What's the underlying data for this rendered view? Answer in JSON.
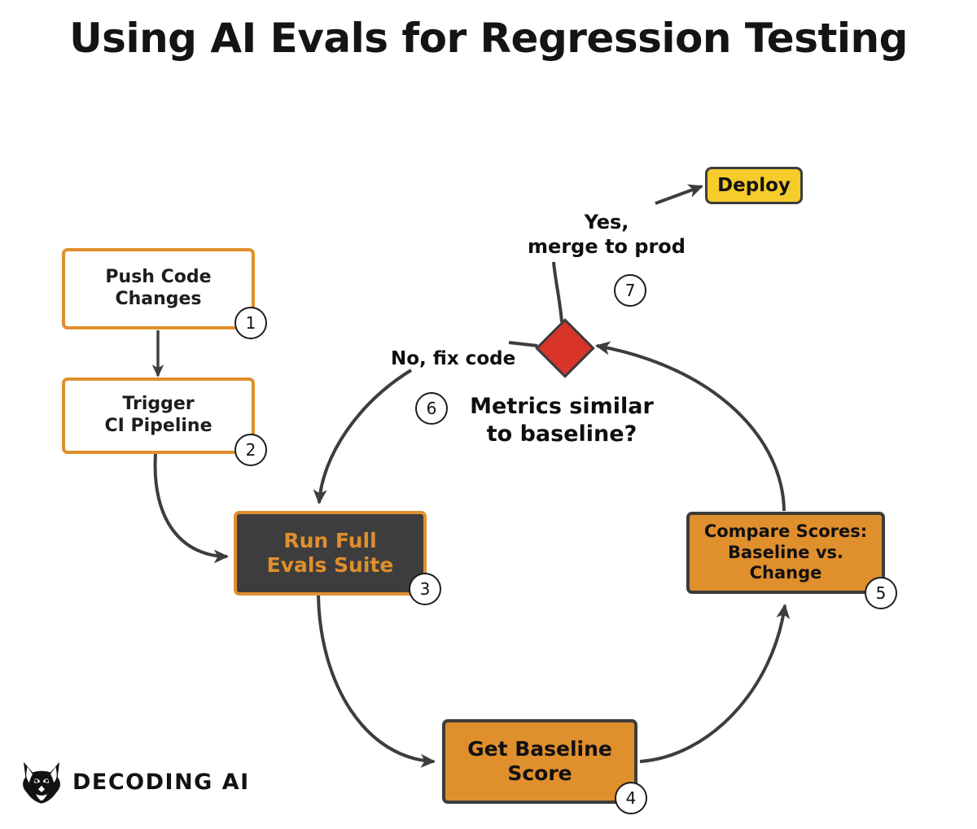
{
  "title": "Using AI Evals for Regression Testing",
  "colors": {
    "orange": "#E08F2D",
    "dark": "#3D3D3D",
    "yellow": "#F5CC2B",
    "red": "#D8342A",
    "edge": "#3D3D3D",
    "text": "#141414"
  },
  "nodes": [
    {
      "id": "push-code",
      "label": "Push Code\nChanges",
      "step": "1",
      "style": "white"
    },
    {
      "id": "trigger-ci",
      "label": "Trigger\nCI Pipeline",
      "step": "2",
      "style": "white"
    },
    {
      "id": "run-evals",
      "label": "Run Full\nEvals Suite",
      "step": "3",
      "style": "dark"
    },
    {
      "id": "get-baseline",
      "label": "Get Baseline\nScore",
      "step": "4",
      "style": "orange"
    },
    {
      "id": "compare-scores",
      "label": "Compare Scores:\nBaseline vs. Change",
      "step": "5",
      "style": "orange-small"
    },
    {
      "id": "deploy",
      "label": "Deploy",
      "step": "",
      "style": "yellow"
    }
  ],
  "decision": {
    "id": "metrics-similar",
    "question": "Metrics similar\nto baseline?",
    "shape": "diamond"
  },
  "edge_labels": [
    {
      "id": "yes-merge",
      "text": "Yes,\nmerge to prod",
      "step": "7"
    },
    {
      "id": "no-fix",
      "text": "No, fix code",
      "step": "6"
    }
  ],
  "brand": {
    "name": "DECODING AI",
    "icon": "fox-head-icon"
  }
}
